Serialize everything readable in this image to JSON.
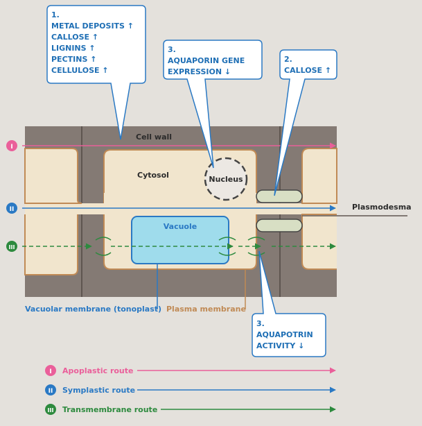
{
  "colors": {
    "background": "#e4e1dc",
    "cell_wall": "#847a74",
    "cytosol": "#f1e5cd",
    "vacuole": "#9fdcec",
    "callose": "#d8dfc4",
    "apoplastic": "#ea5f9a",
    "symplastic": "#2a79c4",
    "transmembrane": "#2d8a3e",
    "plasma_membrane": "#c08a55",
    "callout_text": "#1f6fb5"
  },
  "callouts": {
    "c1": {
      "number": "1.",
      "lines": [
        "METAL DEPOSITS ↑",
        "CALLOSE ↑",
        "LIGNINS ↑",
        "PECTINS ↑",
        "CELLULOSE ↑"
      ]
    },
    "c2": {
      "number": "2.",
      "lines": [
        "CALLOSE ↑"
      ]
    },
    "c3a": {
      "number": "3.",
      "lines": [
        "AQUAPORIN GENE",
        "EXPRESSION ↓"
      ]
    },
    "c3b": {
      "number": "3.",
      "lines": [
        "AQUAPOTRIN",
        "ACTIVITY ↓"
      ]
    }
  },
  "labels": {
    "cell_wall": "Cell wall",
    "cytosol": "Cytosol",
    "nucleus": "Nucleus",
    "vacuole": "Vacuole",
    "plasmodesma": "Plasmodesma",
    "vacuolar_membrane": "Vacuolar membrane (tonoplast)",
    "plasma_membrane": "Plasma membrane"
  },
  "routes": [
    {
      "numeral": "I",
      "name": "Apoplastic route",
      "color": "#ea5f9a"
    },
    {
      "numeral": "II",
      "name": "Symplastic route",
      "color": "#2a79c4"
    },
    {
      "numeral": "III",
      "name": "Transmembrane route",
      "color": "#2d8a3e"
    }
  ]
}
